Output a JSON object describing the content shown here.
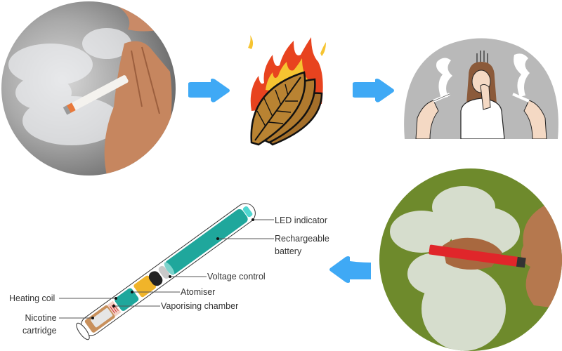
{
  "diagram": {
    "panels": [
      {
        "id": "smoking",
        "description": "Person smoking a cigarette with thick smoke"
      },
      {
        "id": "burning-tobacco",
        "description": "Tobacco leaves burning in flames"
      },
      {
        "id": "secondhand-smoke",
        "description": "Woman covering mouth between two hands holding cigarettes"
      },
      {
        "id": "vaping",
        "description": "Person vaping a red e-cigarette with clouds of vapour, green background"
      },
      {
        "id": "e-cigarette-anatomy",
        "description": "Labelled cutaway diagram of an e-cigarette"
      }
    ],
    "arrows": [
      {
        "from": "smoking",
        "to": "burning-tobacco",
        "direction": "right"
      },
      {
        "from": "burning-tobacco",
        "to": "secondhand-smoke",
        "direction": "right"
      },
      {
        "from": "vaping",
        "to": "e-cigarette-anatomy",
        "direction": "left"
      }
    ],
    "arrow_color": "#3fa9f5",
    "ecig_labels": {
      "led": "LED indicator",
      "battery_line1": "Rechargeable",
      "battery_line2": "battery",
      "voltage": "Voltage control",
      "atomiser": "Atomiser",
      "heating": "Heating coil",
      "vaporising": "Vaporising chamber",
      "nicotine_line1": "Nicotine",
      "nicotine_line2": "cartridge"
    },
    "colors": {
      "battery": "#1fa79c",
      "atomiser_yellow": "#f0b42a",
      "voltage_black": "#222222",
      "cartridge_tan": "#c8905c",
      "vape_pen_red": "#e0262a",
      "vape_bg_green": "#6e8a2c",
      "leaf_brown": "#b07a2e",
      "flame_red": "#e8431f",
      "flame_yellow": "#f6c431",
      "cartoon_bg_gray": "#b9b9b9"
    }
  }
}
